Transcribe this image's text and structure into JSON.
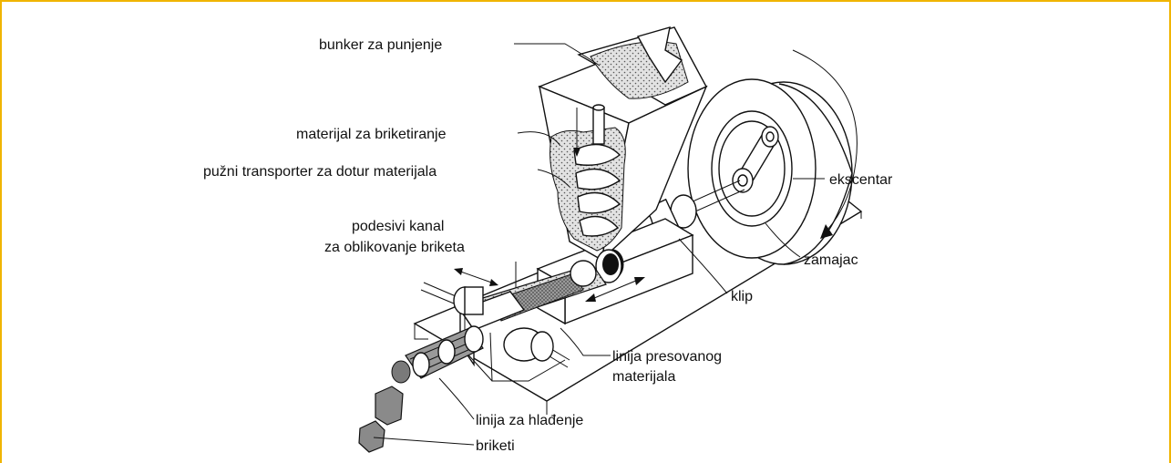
{
  "frame_color": "#f0b400",
  "labels": {
    "bunker": "bunker za punjenje",
    "materijal": "materijal za briketiranje",
    "puzni": "pužni transporter za dotur materijala",
    "kanal_1": "podesivi kanal",
    "kanal_2": "za oblikovanje briketa",
    "ekscentar": "ekscentar",
    "zamajac": "zamajac",
    "klip": "klip",
    "linija_pres_1": "linija presovanog",
    "linija_pres_2": "materijala",
    "hladjenje": "linija za hlađenje",
    "briketi": "briketi"
  }
}
